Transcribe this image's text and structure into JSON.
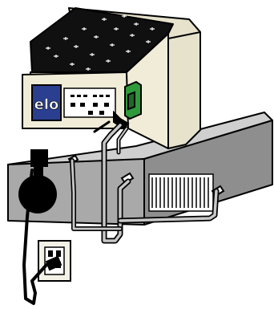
{
  "brand": {
    "logo_text": "elo"
  },
  "colors": {
    "outline": "#000000",
    "paper": "#ffffff",
    "monitor_side": "#e6e2cc",
    "monitor_front": "#f0ecd8",
    "screen_top": "#101010",
    "logo_panel": "#2a3f8f",
    "connector_green": "#2f9a3a",
    "pc_case_top": "#cfcfcf",
    "pc_case_front": "#a9a9a9",
    "pc_case_side": "#8e8e8e",
    "cable": "#c8c8c8",
    "outlet_plate": "#f4f1e6"
  },
  "components": [
    "touch-monitor",
    "controller-box",
    "serial-connector",
    "computer-case",
    "power-supply-fan",
    "rear-vent",
    "wall-outlet",
    "power-cord",
    "data-cable"
  ]
}
